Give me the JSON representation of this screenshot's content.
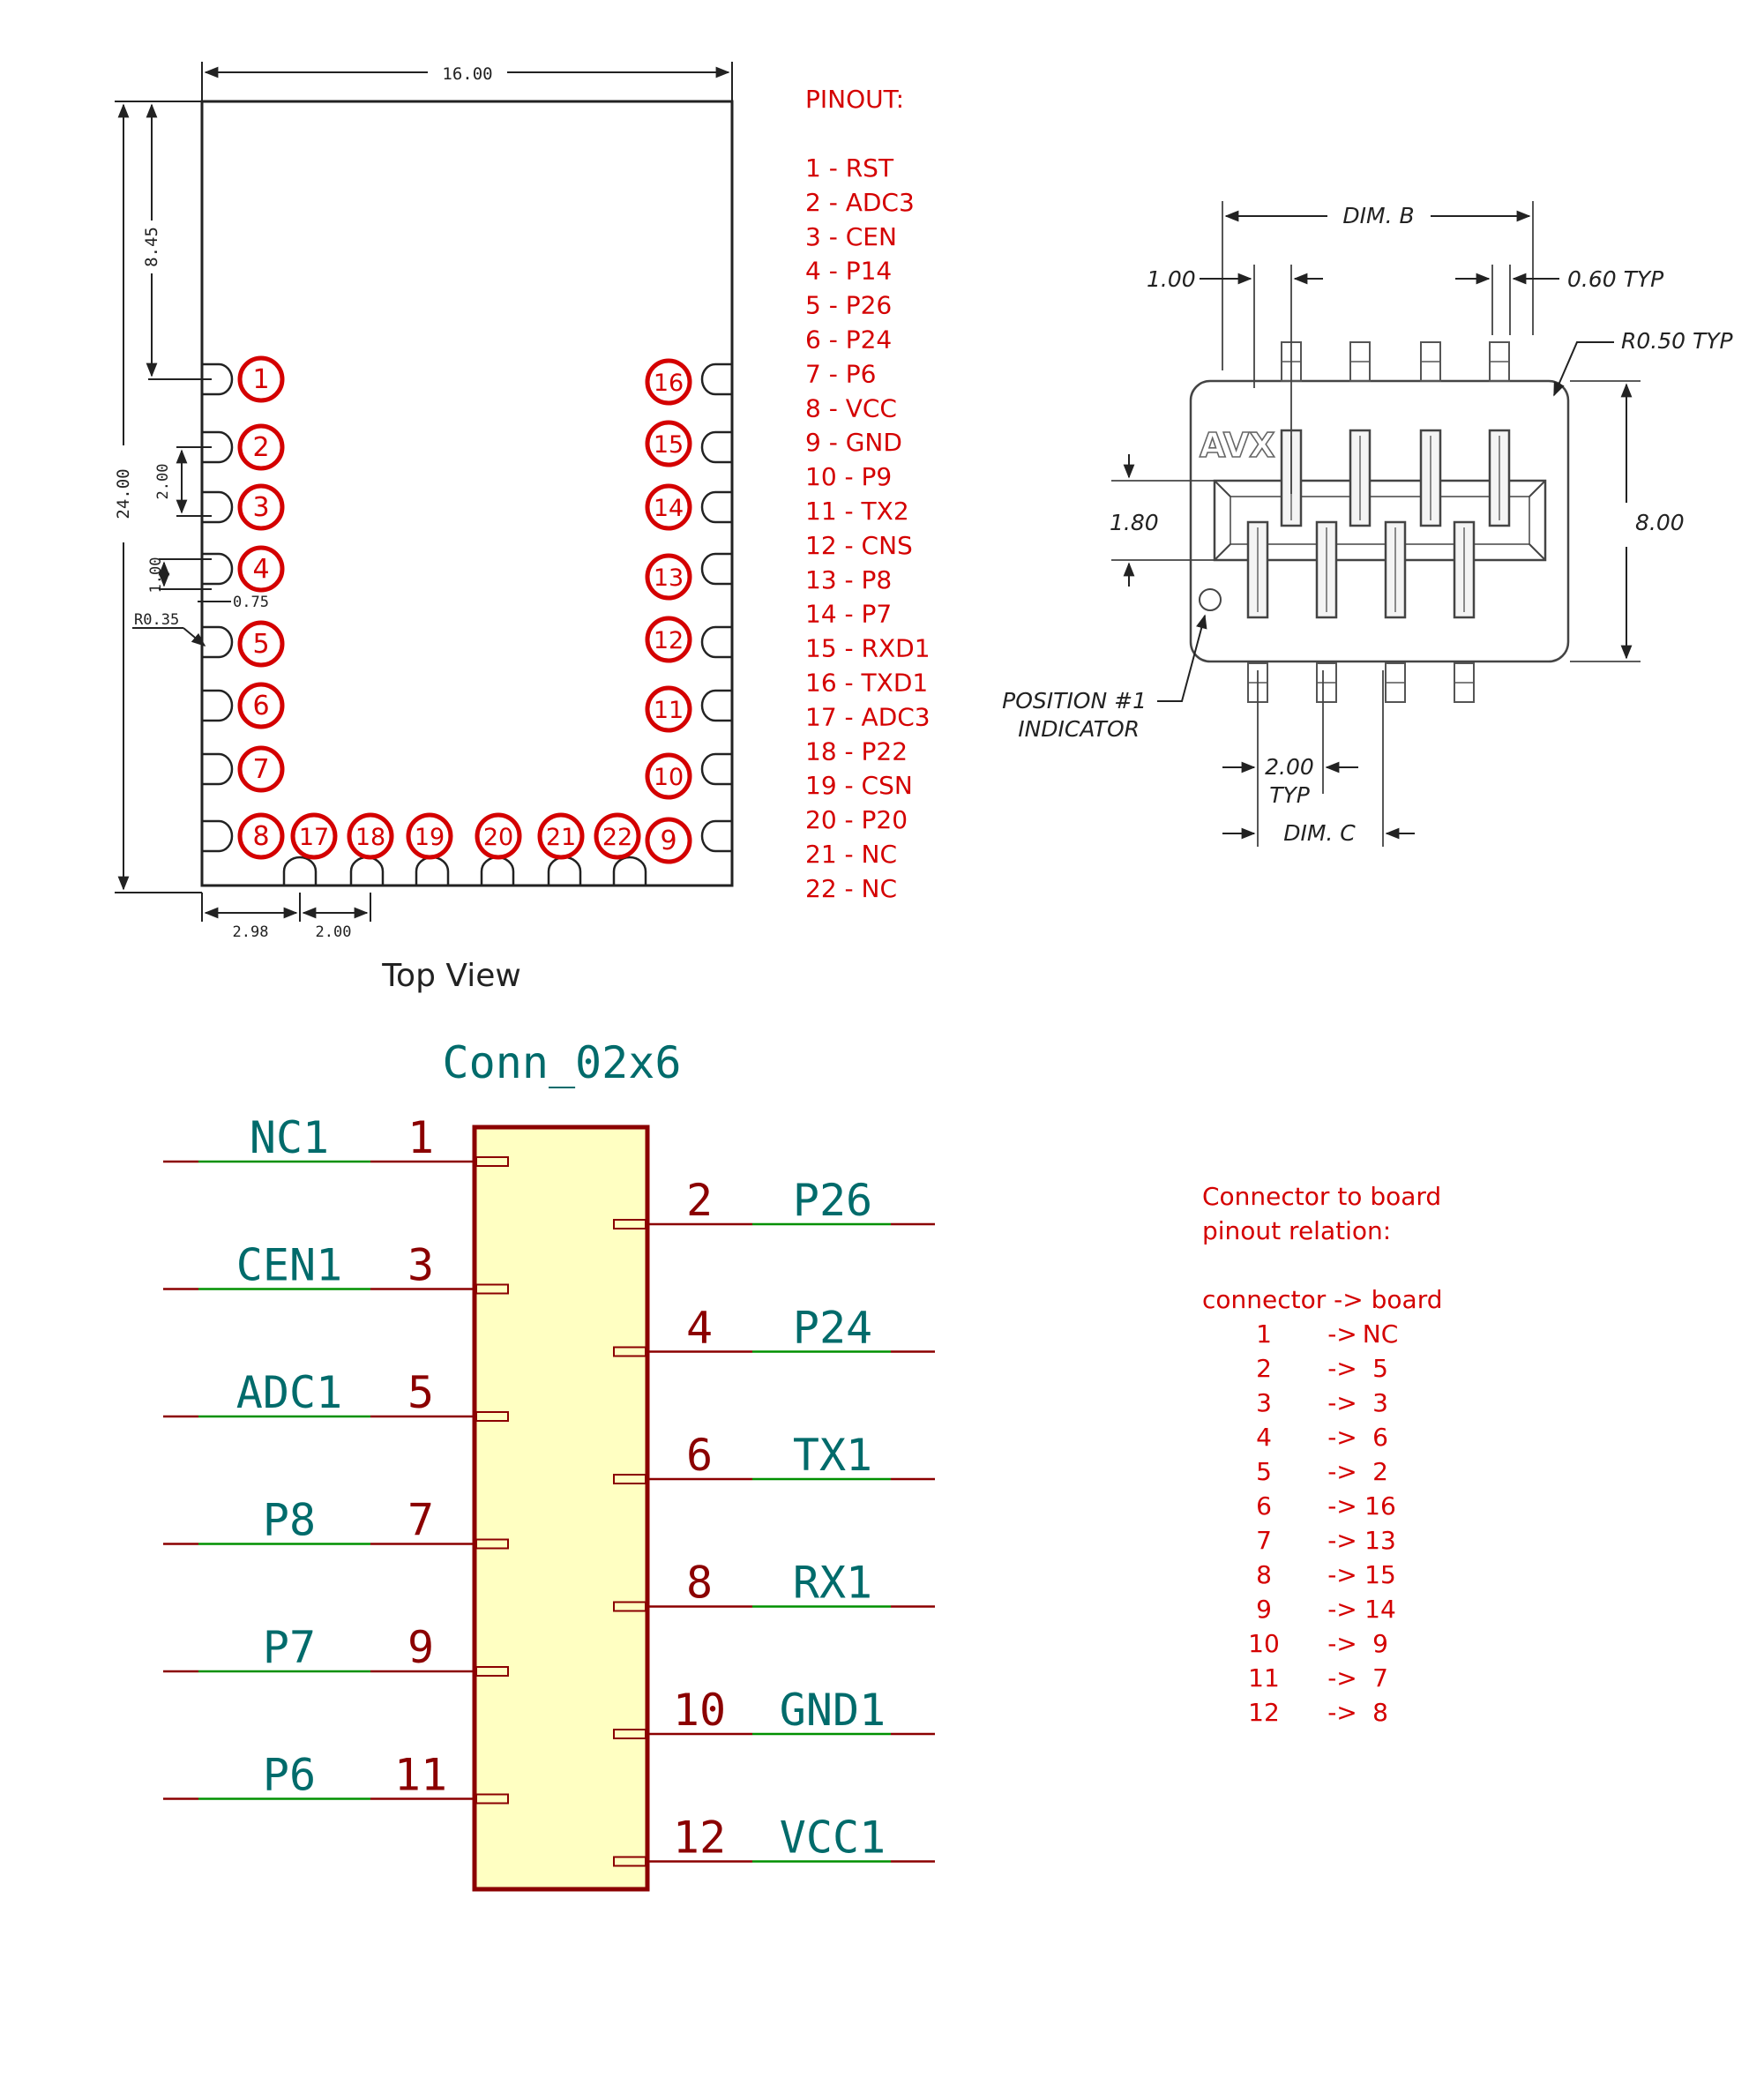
{
  "footprint": {
    "caption": "Top View",
    "dim_width": "16.00",
    "dim_height": "24.00",
    "dim_top_to_pin1": "8.45",
    "dim_pitch": "2.00",
    "dim_pad": "1.00",
    "dim_gap": "0.75",
    "dim_radius": "R0.35",
    "dim_bottom_offset": "2.98",
    "dim_bottom_pitch": "2.00",
    "left_pins": [
      "1",
      "2",
      "3",
      "4",
      "5",
      "6",
      "7",
      "8"
    ],
    "right_pins": [
      "16",
      "15",
      "14",
      "13",
      "12",
      "11",
      "10",
      "9"
    ],
    "bottom_pins": [
      "17",
      "18",
      "19",
      "20",
      "21",
      "22"
    ]
  },
  "pinout": {
    "title": "PINOUT:",
    "items": [
      "1 - RST",
      "2 - ADC3",
      "3 - CEN",
      "4 - P14",
      "5 - P26",
      "6 - P24",
      "7 - P6",
      "8 - VCC",
      "9 - GND",
      "10 - P9",
      "11 - TX2",
      "12 - CNS",
      "13 - P8",
      "14 - P7",
      "15 - RXD1",
      "16 - TXD1",
      "17 - ADC3",
      "18 - P22",
      "19 - CSN",
      "20 - P20",
      "21 - NC",
      "22 - NC"
    ]
  },
  "connector_drawing": {
    "dim_b": "DIM. B",
    "dim_c": "DIM. C",
    "dim_pin_offset": "1.00",
    "dim_pin_width": "0.60 TYP",
    "dim_radius": "R0.50 TYP",
    "dim_height": "8.00",
    "dim_row_gap": "1.80",
    "dim_pitch": "2.00",
    "dim_pitch_typ": "TYP",
    "position_label_1": "POSITION #1",
    "position_label_2": "INDICATOR",
    "brand": "AVX"
  },
  "schematic": {
    "title": "Conn_02x6",
    "left_pins": [
      {
        "name": "NC1",
        "num": "1"
      },
      {
        "name": "CEN1",
        "num": "3"
      },
      {
        "name": "ADC1",
        "num": "5"
      },
      {
        "name": "P8",
        "num": "7"
      },
      {
        "name": "P7",
        "num": "9"
      },
      {
        "name": "P6",
        "num": "11"
      }
    ],
    "right_pins": [
      {
        "name": "P26",
        "num": "2"
      },
      {
        "name": "P24",
        "num": "4"
      },
      {
        "name": "TX1",
        "num": "6"
      },
      {
        "name": "RX1",
        "num": "8"
      },
      {
        "name": "GND1",
        "num": "10"
      },
      {
        "name": "VCC1",
        "num": "12"
      }
    ],
    "colors": {
      "body_fill": "#ffffc2",
      "body_stroke": "#8b0000",
      "wire": "#009000",
      "pin_line": "#8b0000",
      "name_text": "#006b6b",
      "num_text": "#8b0000"
    }
  },
  "relation": {
    "title_line1": "Connector to board",
    "title_line2": "pinout relation:",
    "header": "connector -> board",
    "rows": [
      {
        "from": "1",
        "to": "NC"
      },
      {
        "from": "2",
        "to": "5"
      },
      {
        "from": "3",
        "to": "3"
      },
      {
        "from": "4",
        "to": "6"
      },
      {
        "from": "5",
        "to": "2"
      },
      {
        "from": "6",
        "to": "16"
      },
      {
        "from": "7",
        "to": "13"
      },
      {
        "from": "8",
        "to": "15"
      },
      {
        "from": "9",
        "to": "14"
      },
      {
        "from": "10",
        "to": "9"
      },
      {
        "from": "11",
        "to": "7"
      },
      {
        "from": "12",
        "to": "8"
      }
    ]
  },
  "colors": {
    "annotation_red": "#d40000",
    "drawing_black": "#222222"
  }
}
